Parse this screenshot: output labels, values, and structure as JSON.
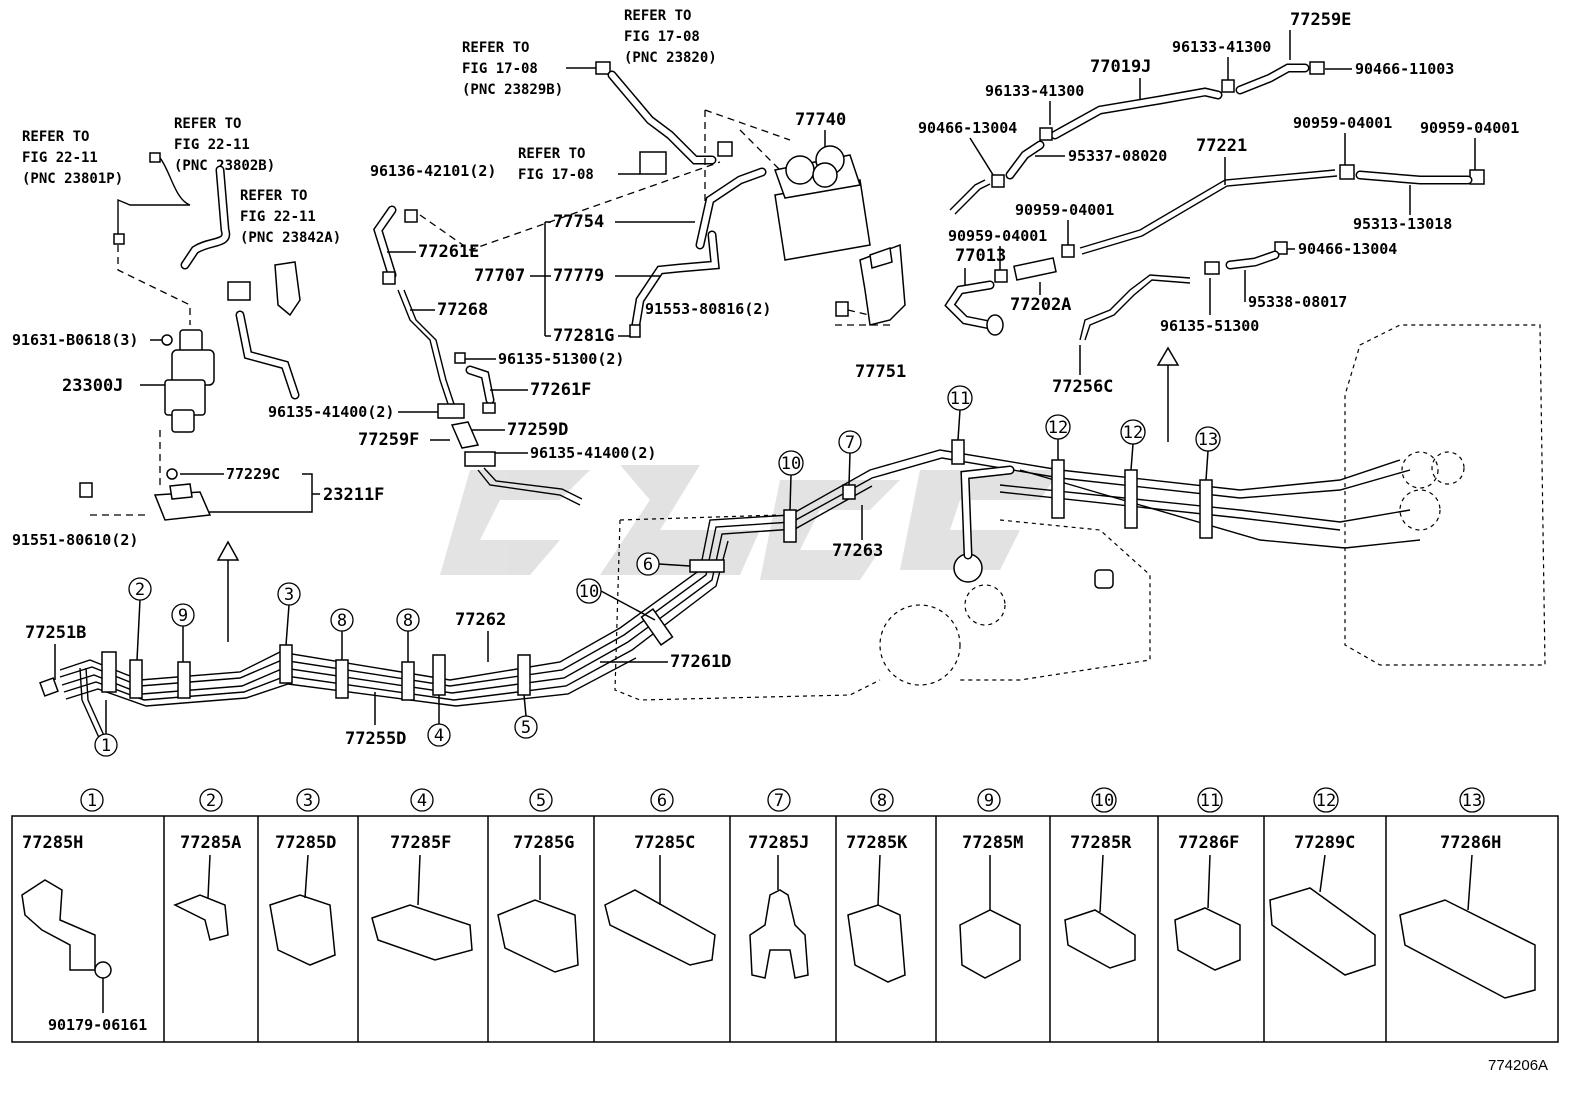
{
  "refer_notes": [
    {
      "lines": [
        "REFER TO",
        "FIG 22-11",
        "(PNC 23801P)"
      ]
    },
    {
      "lines": [
        "REFER TO",
        "FIG 22-11",
        "(PNC 23802B)"
      ]
    },
    {
      "lines": [
        "REFER TO",
        "FIG 22-11",
        "(PNC 23842A)"
      ]
    },
    {
      "lines": [
        "REFER TO",
        "FIG 17-08",
        "(PNC 23829B)"
      ]
    },
    {
      "lines": [
        "REFER TO",
        "FIG 17-08",
        "(PNC 23820)"
      ]
    },
    {
      "lines": [
        "REFER TO",
        "FIG 17-08"
      ]
    }
  ],
  "part_labels": [
    "91631-B0618(3)",
    "23300J",
    "77229C",
    "23211F",
    "91551-80610(2)",
    "96136-42101(2)",
    "77261E",
    "77268",
    "96135-51300(2)",
    "77261F",
    "96135-41400(2)",
    "77259D",
    "77259F",
    "96135-41400(2)",
    "77754",
    "77707",
    "77779",
    "77281G",
    "91553-80816(2)",
    "77740",
    "77751",
    "77019J",
    "96133-41300",
    "77259E",
    "96133-41300",
    "90466-11003",
    "90466-13004",
    "95337-08020",
    "77221",
    "90959-04001",
    "90959-04001",
    "95313-13018",
    "90959-04001",
    "90959-04001",
    "77013",
    "77202A",
    "90466-13004",
    "95338-08017",
    "96135-51300",
    "77256C",
    "77251B",
    "77262",
    "77263",
    "77261D",
    "77255D"
  ],
  "callouts": [
    "1",
    "2",
    "3",
    "4",
    "5",
    "6",
    "7",
    "8",
    "9",
    "10",
    "10",
    "11",
    "12",
    "13"
  ],
  "clamp_table": [
    {
      "num": "1",
      "part": "77285H",
      "extra": "90179-06161"
    },
    {
      "num": "2",
      "part": "77285A"
    },
    {
      "num": "3",
      "part": "77285D"
    },
    {
      "num": "4",
      "part": "77285F"
    },
    {
      "num": "5",
      "part": "77285G"
    },
    {
      "num": "6",
      "part": "77285C"
    },
    {
      "num": "7",
      "part": "77285J"
    },
    {
      "num": "8",
      "part": "77285K"
    },
    {
      "num": "9",
      "part": "77285M"
    },
    {
      "num": "10",
      "part": "77285R"
    },
    {
      "num": "11",
      "part": "77286F"
    },
    {
      "num": "12",
      "part": "77289C"
    },
    {
      "num": "13",
      "part": "77286H"
    }
  ],
  "figure_id": "774206A"
}
